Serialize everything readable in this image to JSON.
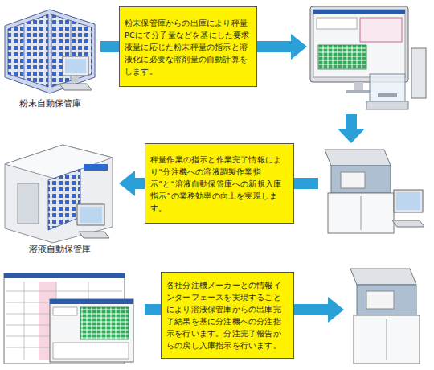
{
  "diagram": {
    "nodes": [
      {
        "text": [
          "粉末自動保管庫"
        ]
      },
      {
        "text": [
          "粉末保管庫からの出庫により秤量PCにて分子量などを基にした要求液量に応じた粉末秤量の指示と溶液化に必要な溶剤量の自動計算をします。"
        ]
      },
      {
        "text": [
          "秤量作業の指示と作業完了情報により“分注機への溶液調製作業指示”と“溶液自動保管庫への新規入庫指示”の業務効率の向上を実現します。"
        ]
      },
      {
        "text": [
          "各社分注機メーカーとの情報インターフェースを実現することにより溶液保管庫からの出庫完了結果を基に分注機への分注指示を行います。分注完了報告からの戻し入庫指示を行います。"
        ]
      },
      {
        "text": [
          "溶液自動保管庫"
        ]
      }
    ],
    "edges": [
      {
        "from": 0,
        "to": 1,
        "arrow": "none"
      },
      {
        "from": 2,
        "to": 4,
        "arrow": "to"
      }
    ]
  }
}
